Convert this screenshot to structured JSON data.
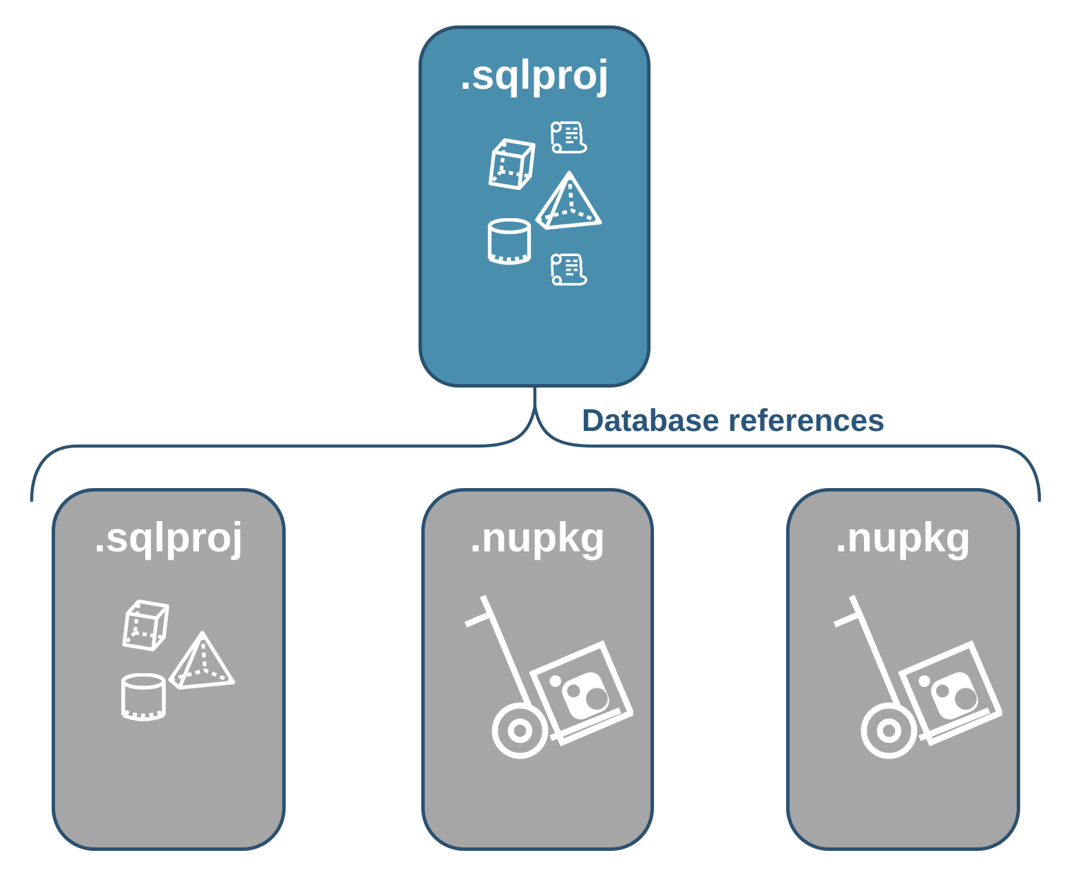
{
  "diagram": {
    "top_box": {
      "label": ".sqlproj",
      "icons": [
        "script-scroll-icon",
        "cube-icon",
        "pyramid-icon",
        "cylinder-icon",
        "script-scroll-icon"
      ]
    },
    "connector_label": "Database references",
    "children": [
      {
        "label": ".sqlproj",
        "icons": [
          "cube-icon",
          "pyramid-icon",
          "cylinder-icon"
        ]
      },
      {
        "label": ".nupkg",
        "icons": [
          "nuget-hand-truck-icon"
        ]
      },
      {
        "label": ".nupkg",
        "icons": [
          "nuget-hand-truck-icon"
        ]
      }
    ],
    "colors": {
      "primary_fill": "#4A8EAD",
      "child_fill": "#A6A6A6",
      "outline": "#2B5170",
      "label_color": "#2B5578",
      "icon_color": "#FFFFFF"
    }
  }
}
